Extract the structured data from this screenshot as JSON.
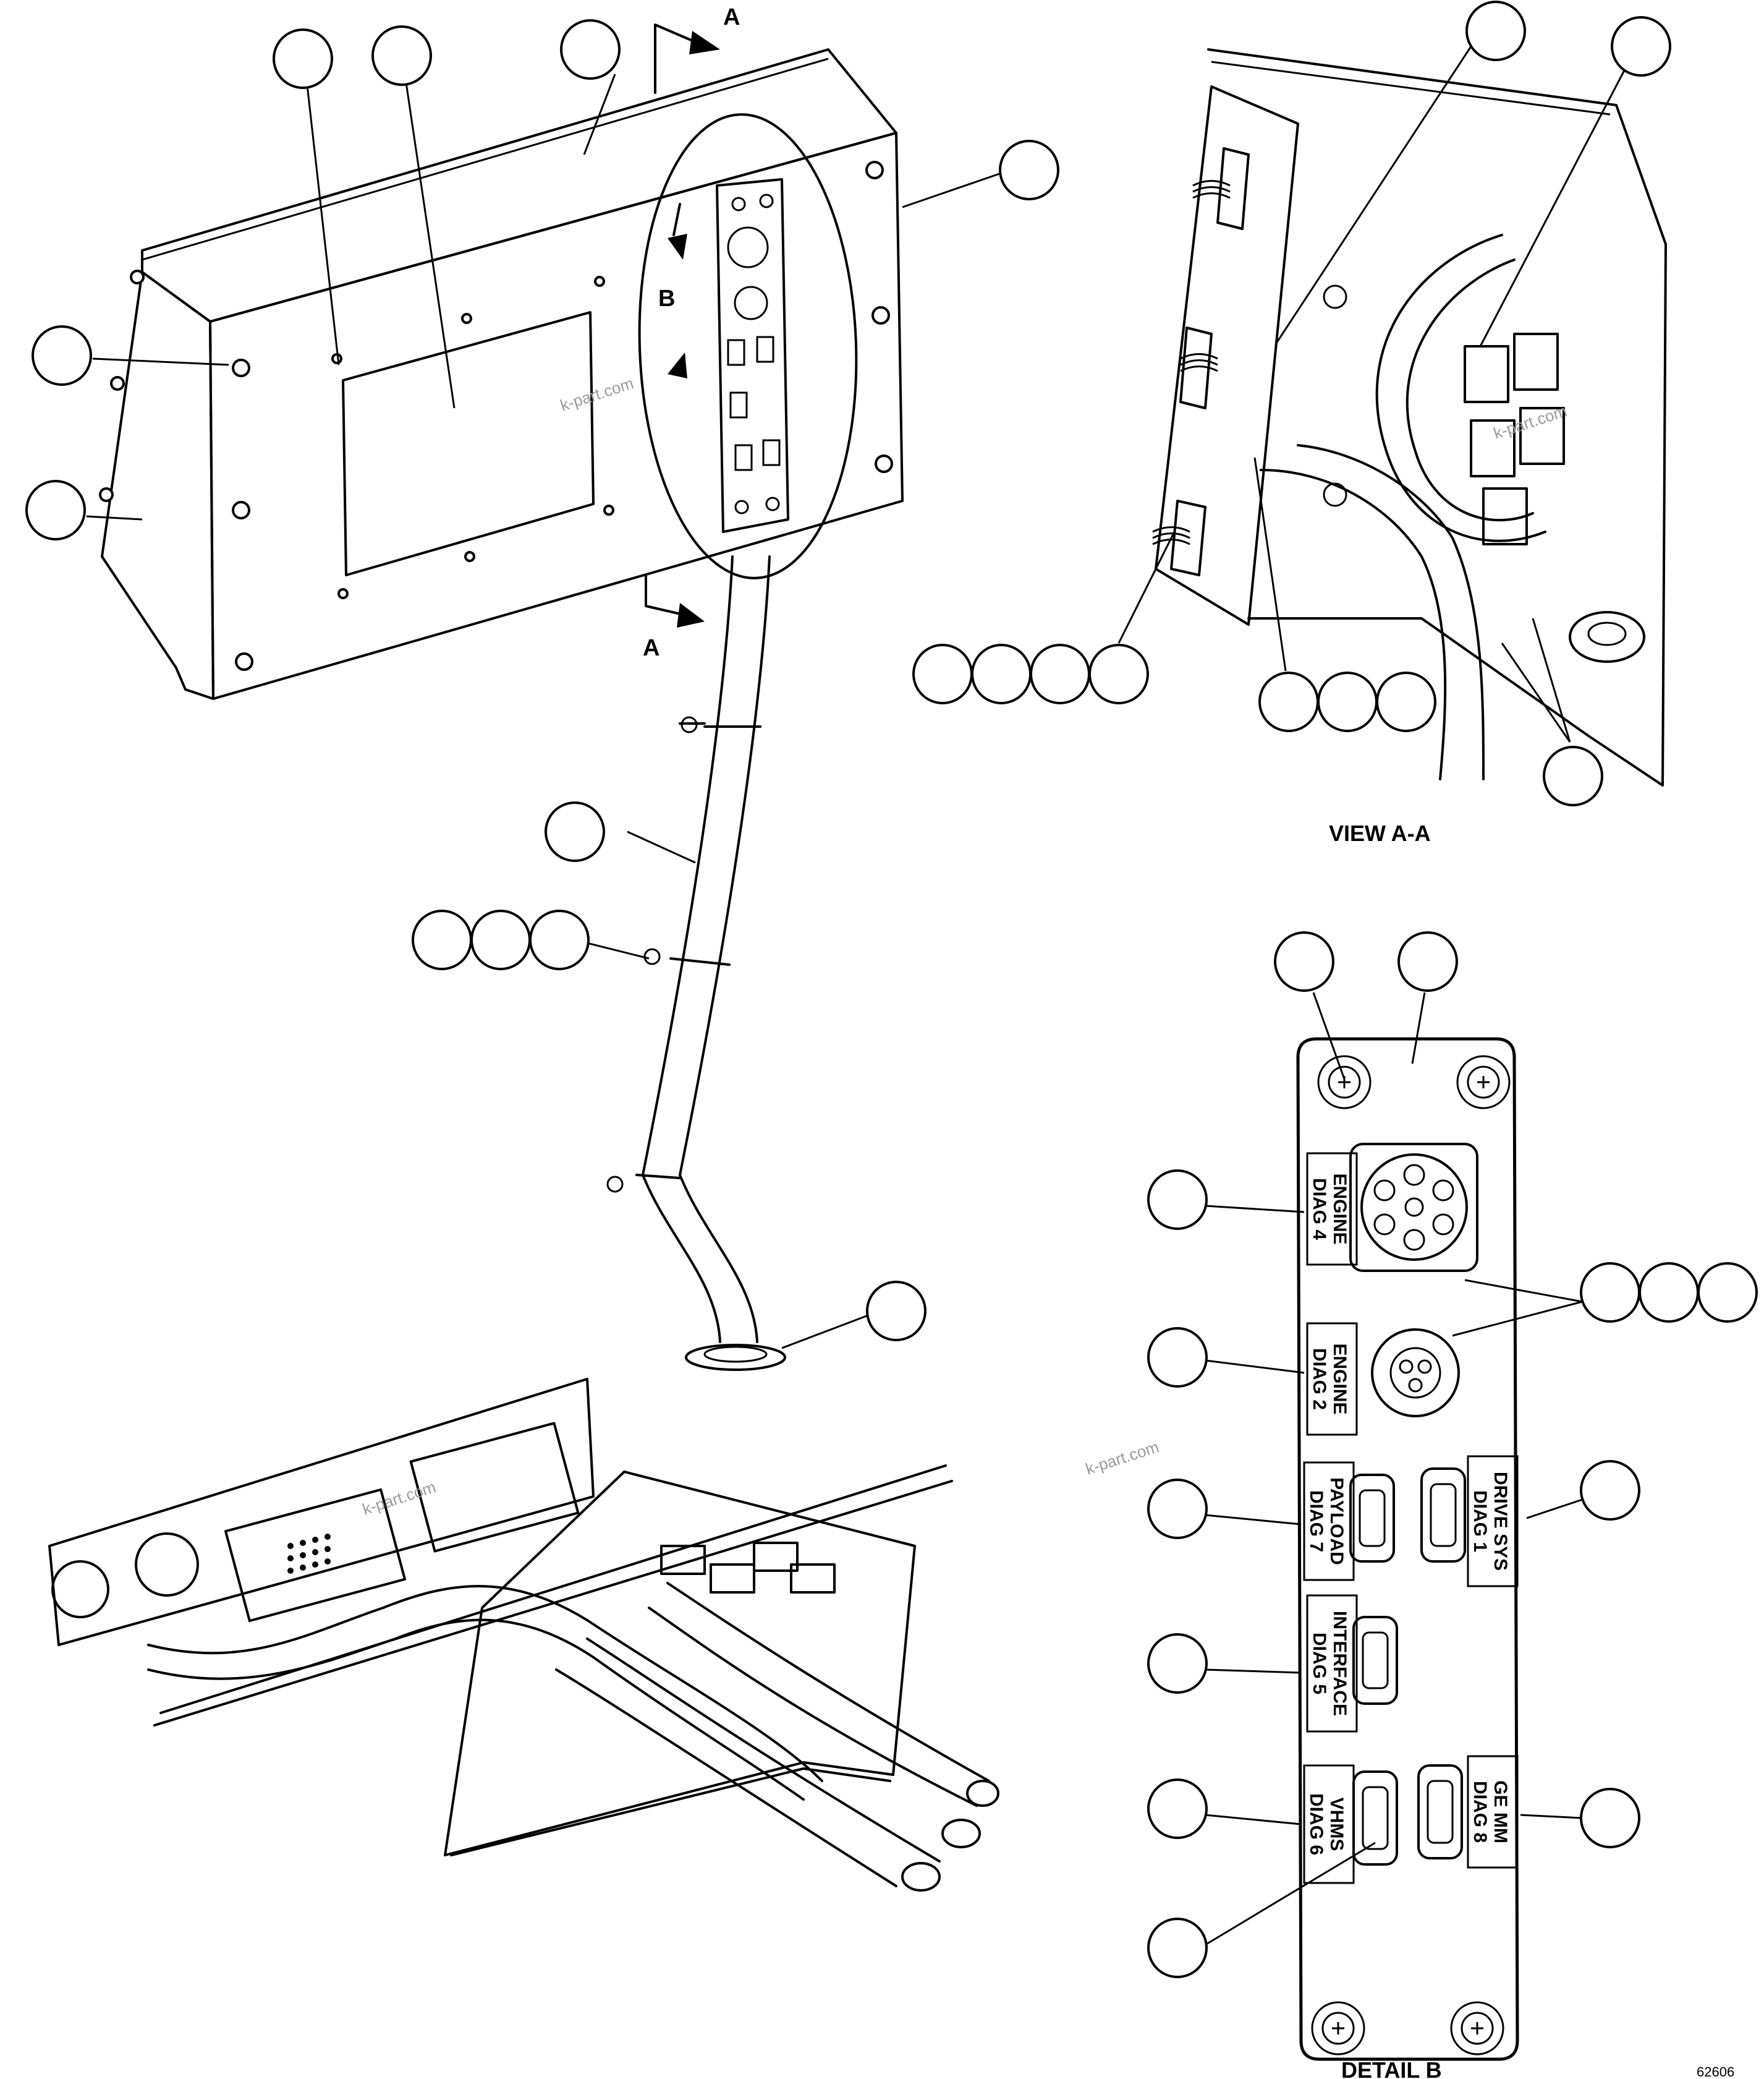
{
  "section_marks": {
    "a_top": "A",
    "a_bottom": "A",
    "b_upper": "B"
  },
  "view_titles": {
    "view_aa": "VIEW A-A",
    "detail_b": "DETAIL B"
  },
  "figure_number": "62606",
  "watermarks": [
    "k-part.com",
    "k-part.com",
    "k-part.com",
    "k-part.com"
  ],
  "connector_labels": {
    "engine_diag_4": [
      "ENGINE",
      "DIAG 4"
    ],
    "engine_diag_2": [
      "ENGINE",
      "DIAG 2"
    ],
    "payload_diag_7": [
      "PAYLOAD",
      "DIAG 7"
    ],
    "drive_sys_diag_1": [
      "DRIVE SYS",
      "DIAG 1"
    ],
    "interface_diag_5": [
      "INTERFACE",
      "DIAG 5"
    ],
    "vhms_diag_6": [
      "VHMS",
      "DIAG 6"
    ],
    "ge_mm_diag_8": [
      "GE MM",
      "DIAG 8"
    ]
  }
}
